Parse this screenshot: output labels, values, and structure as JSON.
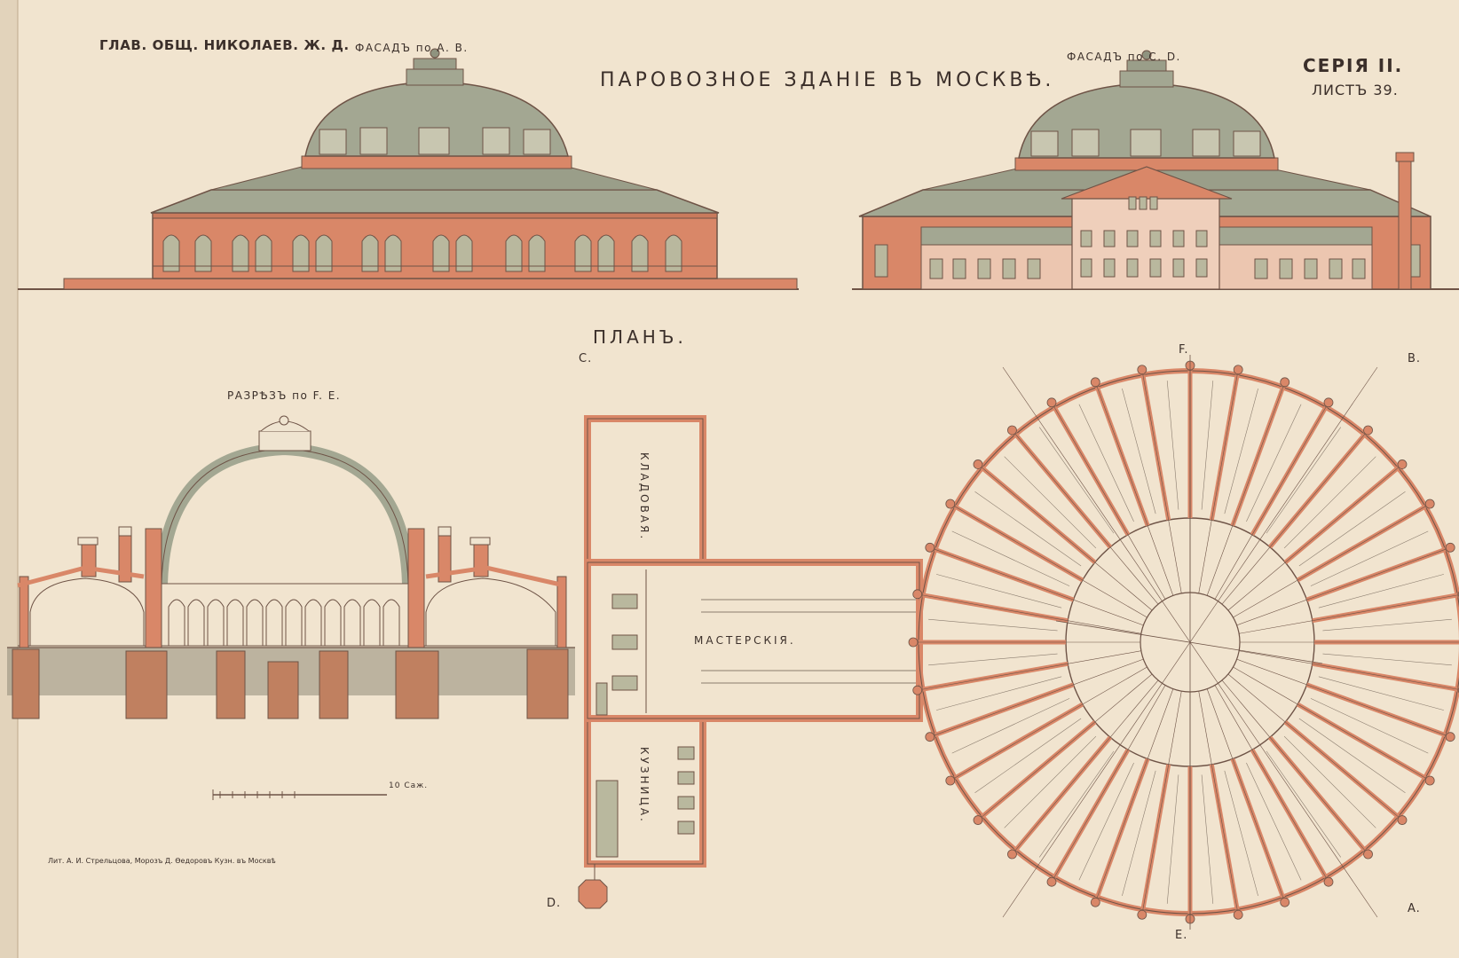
{
  "header": {
    "railway": "ГЛАВ. ОБЩ. НИКОЛАЕВ. Ж. Д.",
    "title": "ПАРОВОЗНОЕ ЗДАНІЕ ВЪ МОСКВѢ.",
    "series": "СЕРІЯ II.",
    "sheet": "ЛИСТЪ 39."
  },
  "elevations": {
    "ab": "ФАСАДЪ по А. В.",
    "cd": "ФАСАДЪ по С. D."
  },
  "section": {
    "caption": "РАЗРѢЗЪ по F. E."
  },
  "plan": {
    "caption": "ПЛАНЪ.",
    "rooms": {
      "storage": "КЛАДОВАЯ.",
      "workshop": "МАСТЕРСКІЯ.",
      "smithy": "КУЗНИЦА."
    },
    "points": {
      "c": "C.",
      "f": "F.",
      "b": "B.",
      "d": "D.",
      "e": "E.",
      "a": "A."
    }
  },
  "scale": {
    "unit": "10 Саж."
  },
  "imprint": "Лит. А. И. Стрельцова, Морозъ Д. Ѳедоровъ Кузн. въ Москвѣ",
  "colors": {
    "paper": "#f1e4cf",
    "brick": "#d98768",
    "roof": "#a3a792",
    "roof_dark": "#8f937f",
    "ink": "#6e5346",
    "ground": "#8f8a78"
  }
}
